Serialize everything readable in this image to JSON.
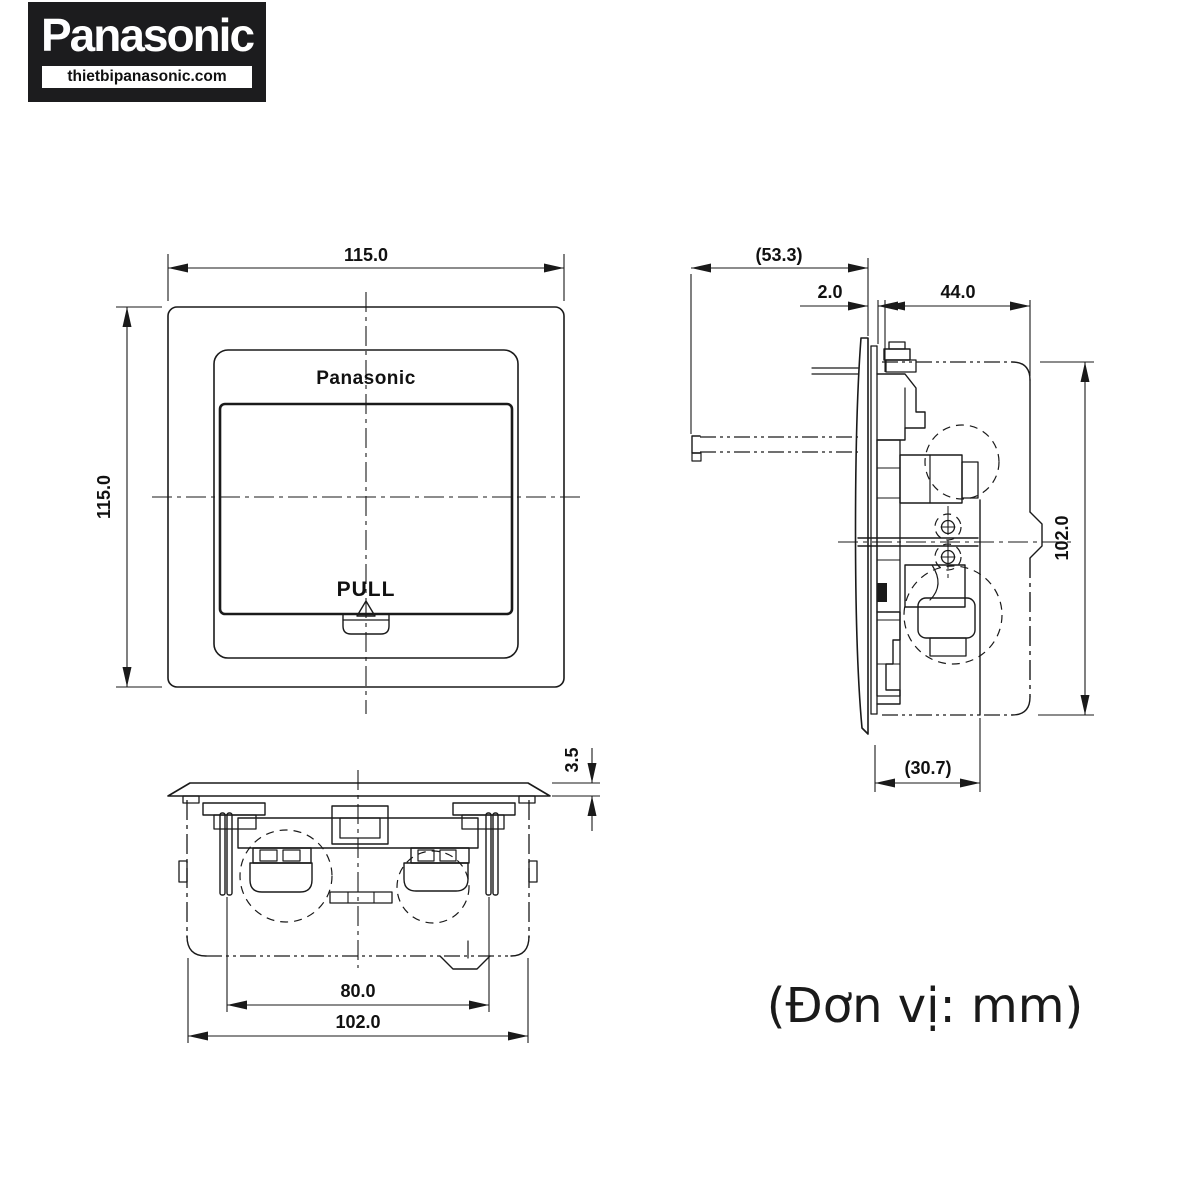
{
  "logo": {
    "brand": "Panasonic",
    "website": "thietbipanasonic.com"
  },
  "colors": {
    "ink": "#1a1a1a",
    "logo_background": "#1c1c1e",
    "paper": "#ffffff"
  },
  "front_view": {
    "brand_emboss": "Panasonic",
    "pull_label": "PULL",
    "width_mm": "115.0",
    "height_mm": "115.0"
  },
  "side_view": {
    "open_lid_depth_mm": "(53.3)",
    "cover_thickness_mm": "2.0",
    "recess_depth_mm": "44.0",
    "body_height_mm": "102.0",
    "inner_depth_mm": "(30.7)"
  },
  "bottom_view": {
    "plate_thickness_mm": "3.5",
    "mounting_pitch_mm": "80.0",
    "body_width_mm": "102.0"
  },
  "footer": {
    "unit_note": "(Đơn vị: mm)"
  }
}
